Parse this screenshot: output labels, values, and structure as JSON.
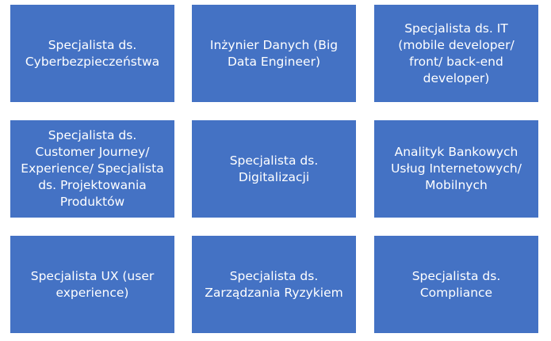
{
  "tiles": [
    {
      "label": "Specjalista ds.\nCyberbezpieczeństwa"
    },
    {
      "label": "Inżynier Danych (Big\nData Engineer)"
    },
    {
      "label": "Specjalista ds. IT\n(mobile developer/\nfront/ back-end\ndeveloper)"
    },
    {
      "label": "Specjalista ds.\nCustomer Journey/\nExperience/ Specjalista\nds. Projektowania\nProduktów"
    },
    {
      "label": "Specjalista ds.\nDigitalizacji"
    },
    {
      "label": "Analityk Bankowych\nUsług Internetowych/\nMobilnych"
    },
    {
      "label": "Specjalista UX (user\nexperience)"
    },
    {
      "label": "Specjalista ds.\nZarządzania Ryzykiem"
    },
    {
      "label": "Specjalista ds.\nCompliance"
    }
  ],
  "colors": {
    "tile_fill": "#4472C4",
    "tile_text": "#ffffff"
  }
}
